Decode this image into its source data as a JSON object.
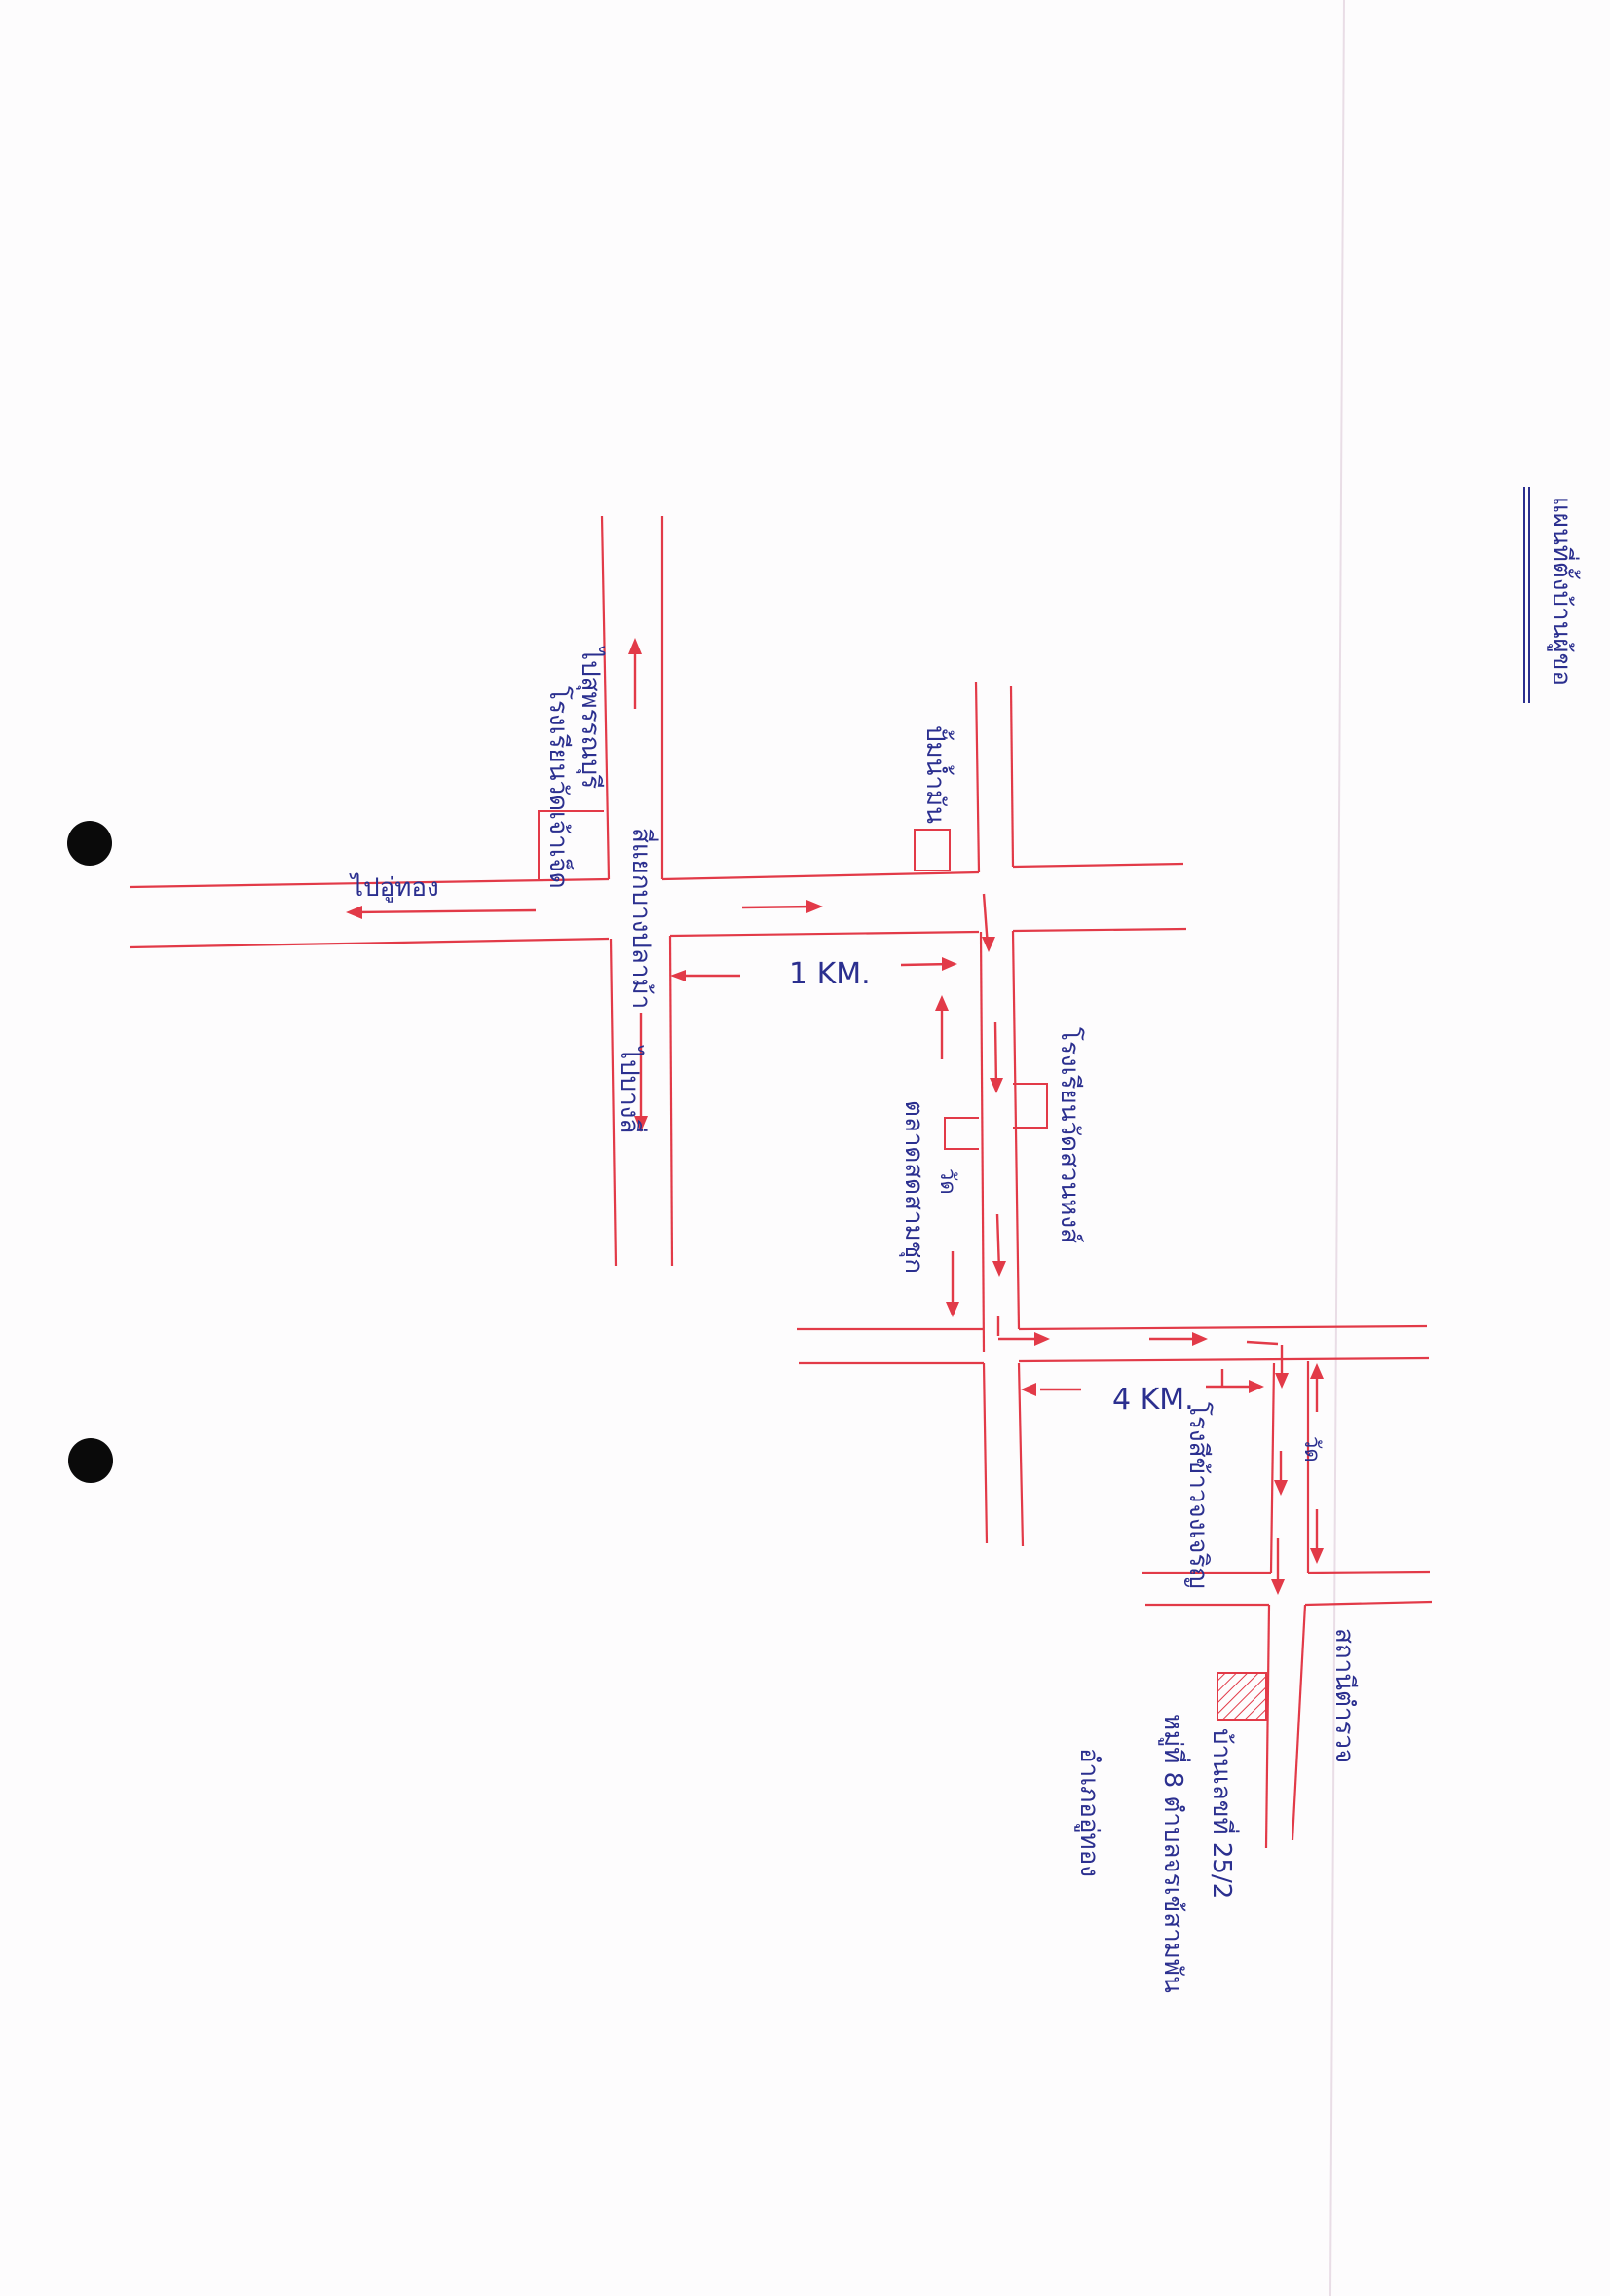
{
  "title": "แผนที่ตั้งบ้านผู้ขอ",
  "labels": {
    "road_north": "ไปสุพรรณบุรี",
    "junction_main": "สี่แยกบางปลาม้า",
    "road_west": "ไปอู่ทอง",
    "road_south": "ไปบางลี่",
    "school_upper": "โรงเรียนวัดเจ้าเจ็ด",
    "gas_station": "ปั้มน้ำมัน",
    "dist_1km": "1 KM.",
    "store_right": "โรงเรียนวัดสวนหงส์",
    "market": "ตลาดสดสามชุก",
    "dist_4km": "4 KM.",
    "company": "โรงสีข้าวจงเจริญ",
    "temple_label": "วัด",
    "police": "สถานีตำรวจ",
    "house_line1": "บ้านเลขที่ 25/2",
    "house_line2": "หมู่ที่ 8 ตำบลจรเข้สามพัน",
    "house_line3": "อำเภออู่ทอง"
  },
  "colors": {
    "road": "#e23a48",
    "ink": "#2b2f8f",
    "punch": "#0a0a0a"
  }
}
